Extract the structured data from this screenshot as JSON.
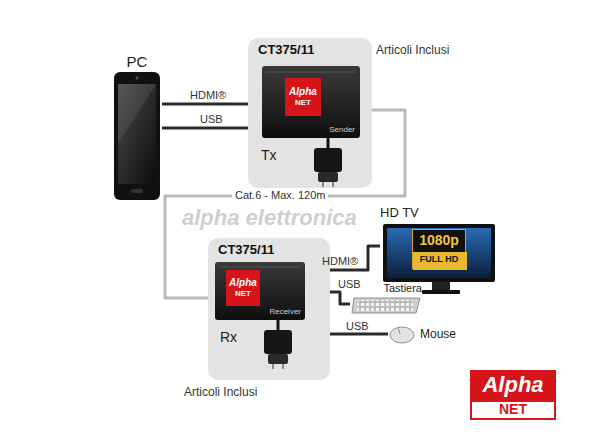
{
  "diagram": {
    "nodes": [
      {
        "text": [
          "PC"
        ]
      },
      {
        "text": [
          "CT375/11",
          "Tx"
        ]
      },
      {
        "text": [
          "Sender"
        ],
        "in": 1
      },
      {
        "text": [
          "Alpha",
          "NET"
        ],
        "in": 2
      },
      {
        "text": [
          "CT375/11",
          "Rx"
        ]
      },
      {
        "text": [
          "Receiver"
        ],
        "in": 4
      },
      {
        "text": [
          "Alpha",
          "NET"
        ],
        "in": 5
      },
      {
        "text": [
          "HD TV"
        ]
      },
      {
        "text": [
          "1080p",
          "FULL HD"
        ],
        "in": 7
      },
      {
        "text": [
          "Tastiera"
        ]
      },
      {
        "text": [
          "Mouse"
        ]
      },
      {
        "text": [
          "Alpha",
          "NET"
        ]
      }
    ],
    "edges": [
      {
        "from": 0,
        "to": 2,
        "arrow": "none",
        "label": "HDMI®"
      },
      {
        "from": 0,
        "to": 2,
        "arrow": "none",
        "label": "USB"
      },
      {
        "from": 2,
        "to": 5,
        "arrow": "none",
        "label": "Cat.6 - Max. 120m"
      },
      {
        "from": 5,
        "to": 7,
        "arrow": "none",
        "label": "HDMI®"
      },
      {
        "from": 5,
        "to": 9,
        "arrow": "none",
        "label": "USB"
      },
      {
        "from": 5,
        "to": 10,
        "arrow": "none",
        "label": "USB"
      }
    ],
    "labels": [
      "Articoli Inclusi",
      "alpha elettronica",
      "Articoli Inclusi"
    ]
  }
}
